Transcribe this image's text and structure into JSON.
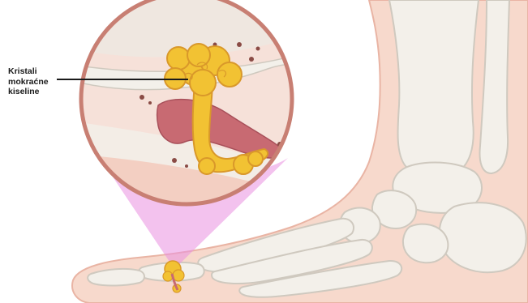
{
  "annotation": {
    "lines": [
      "Kristali",
      "mokraćne",
      "kiseline"
    ]
  },
  "colors": {
    "skin": "#f7d9cc",
    "skin_outline": "#e9b4a4",
    "bone": "#f3f0ea",
    "bone_outline": "#cfc9bf",
    "magnifier_beam": "#e98fe0",
    "lens_ring": "#c87f73",
    "crystal": "#f2c233",
    "crystal_outline": "#d9982a",
    "tissue": "#c86a72",
    "label_text": "#1a1a1a"
  },
  "icons": [
    "magnifier-lens-icon",
    "uric-acid-crystal-icon"
  ]
}
